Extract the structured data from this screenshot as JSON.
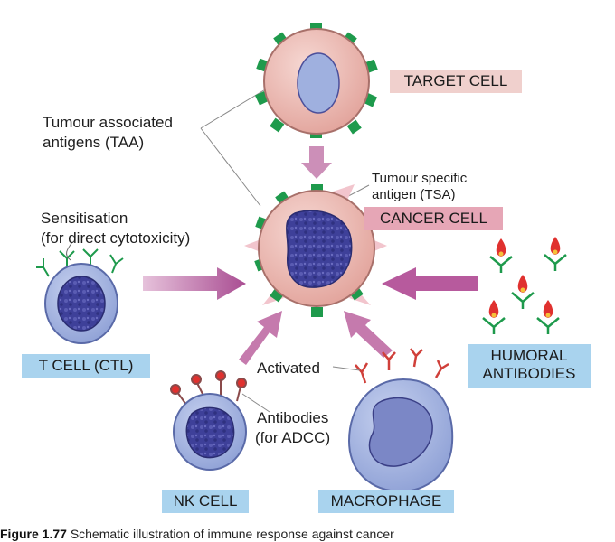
{
  "labels": {
    "target_cell": "TARGET CELL",
    "taa_line1": "Tumour associated",
    "taa_line2": "antigens (TAA)",
    "tsa_line1": "Tumour specific",
    "tsa_line2": "antigen (TSA)",
    "cancer_cell": "CANCER CELL",
    "sens_line1": "Sensitisation",
    "sens_line2": "(for direct cytotoxicity)",
    "t_cell": "T CELL (CTL)",
    "humoral_line1": "HUMORAL",
    "humoral_line2": "ANTIBODIES",
    "activated": "Activated",
    "antibodies_line1": "Antibodies",
    "antibodies_line2": "(for ADCC)",
    "nk_cell": "NK CELL",
    "macrophage": "MACROPHAGE"
  },
  "caption": {
    "figure": "Figure 1.77",
    "text": "Schematic illustration of immune response against cancer"
  },
  "colors": {
    "cell_pink": "#ecb9b2",
    "cell_outline": "#a8706a",
    "antigen_green": "#1e9a4c",
    "nucleus_blue": "#3d3f93",
    "immune_cell": "#a9b7e0",
    "arrow_purple": "#b0569a",
    "antibody_red": "#e0312f"
  }
}
